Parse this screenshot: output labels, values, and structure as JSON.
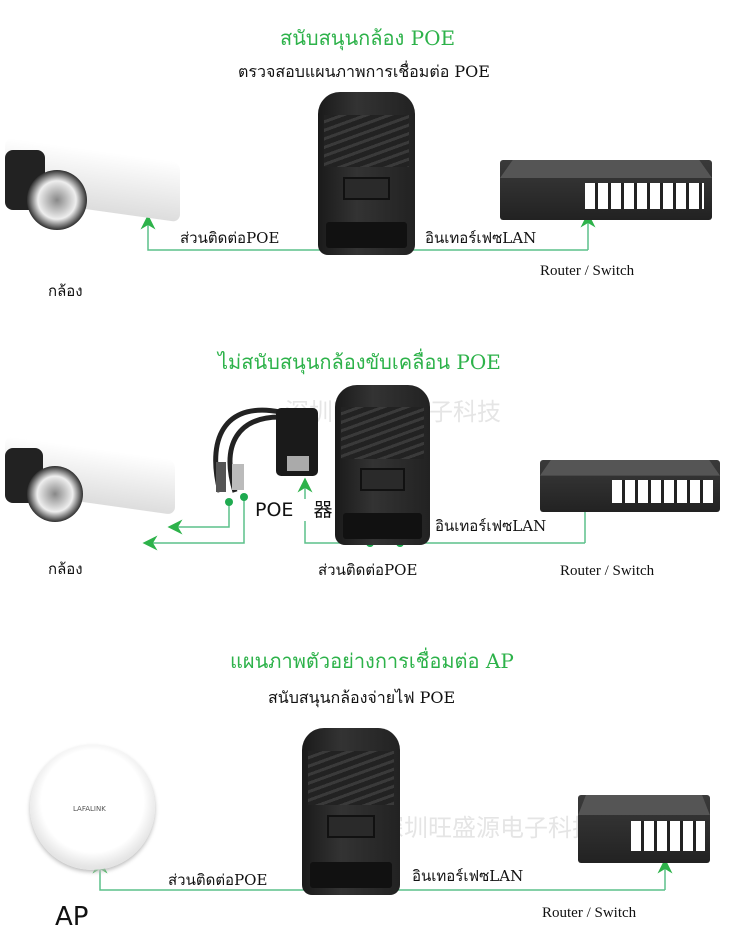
{
  "section1": {
    "title": "สนับสนุนกล้อง POE",
    "subtitle": "ตรวจสอบแผนภาพการเชื่อมต่อ POE",
    "poe_port": "ส่วนติดต่อPOE",
    "lan_port": "อินเทอร์เฟซLAN",
    "router": "Router / Switch",
    "camera": "กล้อง"
  },
  "section2": {
    "title": "ไม่สนับสนุนกล้องขับเคลื่อน POE",
    "poe_label": "POE",
    "poe_label_suffix": "器",
    "poe_port": "ส่วนติดต่อPOE",
    "lan_port": "อินเทอร์เฟซLAN",
    "router": "Router / Switch",
    "camera": "กล้อง",
    "watermark": "深圳旺盛源电子科技"
  },
  "section3": {
    "title": "แผนภาพตัวอย่างการเชื่อมต่อ AP",
    "subtitle": "สนับสนุนกล้องจ่ายไฟ POE",
    "poe_port": "ส่วนติดต่อPOE",
    "lan_port": "อินเทอร์เฟซLAN",
    "router": "Router / Switch",
    "ap": "AP",
    "ap_brand": "LAFALINK",
    "watermark": "深圳旺盛源电子科技"
  },
  "colors": {
    "accent": "#2db24a",
    "line": "#5cc08a"
  }
}
